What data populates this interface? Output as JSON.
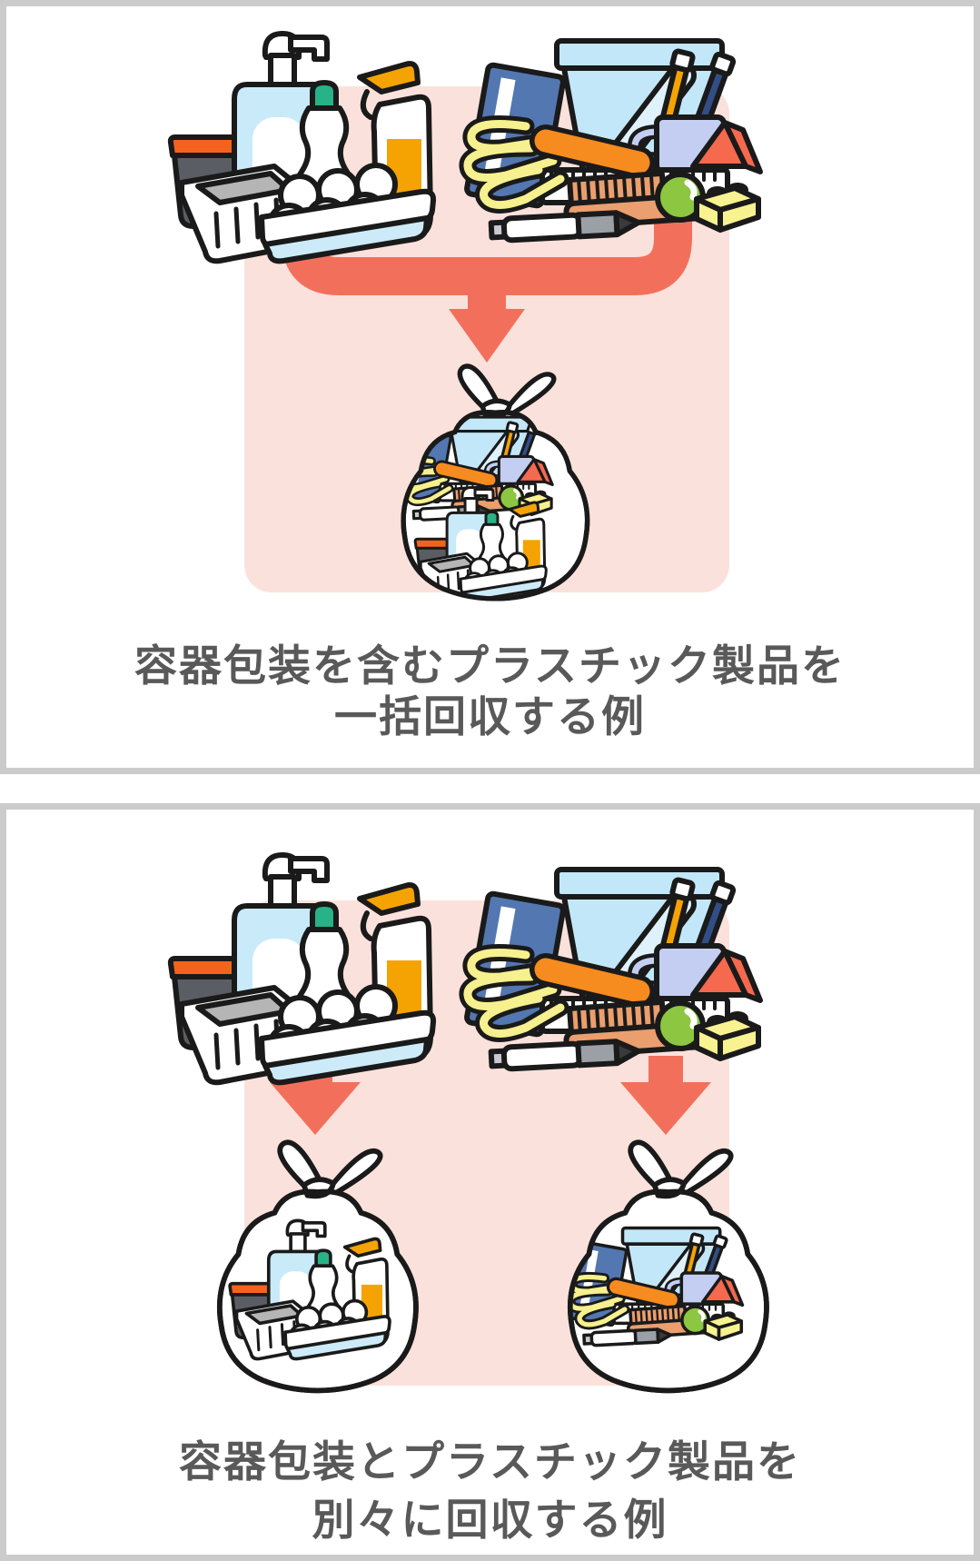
{
  "colors": {
    "panel_border": "#cbcbcb",
    "panel_bg": "#ffffff",
    "pink_bg": "#fbe1db",
    "arrow": "#f2705b",
    "caption_text": "#595959",
    "outline": "#1a1a1a"
  },
  "panels": [
    {
      "name": "combined-collection-example",
      "caption": [
        "容器包装を含むプラスチック製品を",
        "一括回収する例"
      ],
      "left_group": "plastic-containers-and-packaging",
      "right_group": "plastic-products",
      "arrow": "merge-down-arrow",
      "result": "single-garbage-bag-with-all-items"
    },
    {
      "name": "separate-collection-example",
      "caption": [
        "容器包装とプラスチック製品を",
        "別々に回収する例"
      ],
      "left_group": "plastic-containers-and-packaging",
      "right_group": "plastic-products",
      "arrow": "two-down-arrows",
      "result": "two-separate-garbage-bags"
    }
  ],
  "icons": {
    "packaging_items": [
      "wash-tub",
      "food-tray",
      "pump-bottle",
      "dish-soap-bottle",
      "spray-bottle",
      "egg-carton"
    ],
    "product_items": [
      "video-case",
      "bucket",
      "mug-with-toothbrushes",
      "ruler",
      "hand-cultivator",
      "comb",
      "pen",
      "green-ball",
      "triangle-block",
      "toy-brick"
    ],
    "bag": "tied-plastic-garbage-bag"
  }
}
